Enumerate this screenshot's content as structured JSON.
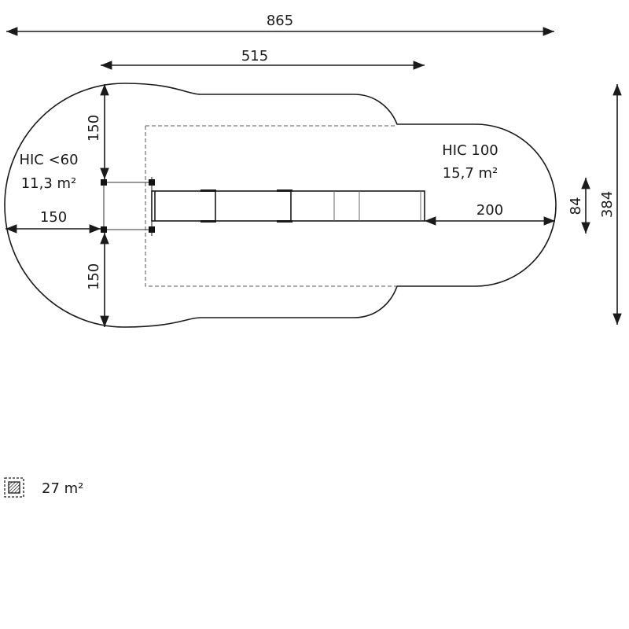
{
  "dimensions": {
    "total_length": "865",
    "equipment_length": "515",
    "left_top": "150",
    "left_side": "150",
    "left_bottom": "150",
    "right_clearance": "200",
    "equipment_width": "84",
    "total_width": "384"
  },
  "zones": {
    "left": {
      "hic": "HIC <60",
      "area": "11,3 m²"
    },
    "right": {
      "hic": "HIC 100",
      "area": "15,7 m²"
    }
  },
  "legend": {
    "icon": "hatched-area-icon",
    "total_area": "27 m²"
  }
}
